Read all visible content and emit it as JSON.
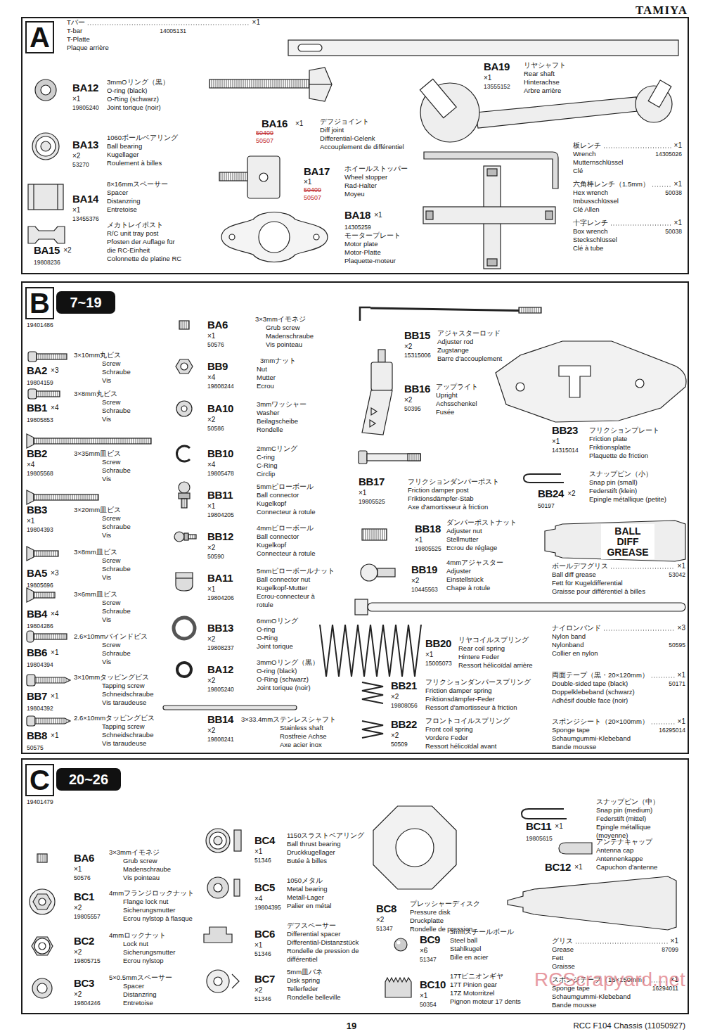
{
  "diagram": {
    "nodes": [
      {
        "text": [
          "Tバー",
          "×1",
          "T-bar",
          "14005131",
          "T-Platte",
          "Plaque arrière",
          "BA12",
          "×1",
          "19805240",
          "3mmOリング（黒）",
          "O-ring (black)",
          "O-Ring (schwarz)",
          "Joint torique (noir)",
          "BA13",
          "×2",
          "53270",
          "1060ボールベアリング",
          "Ball bearing",
          "Kugellager",
          "Roulement à billes",
          "BA14",
          "×1",
          "13455376",
          "8×16mmスペーサー",
          "Spacer",
          "Distanzring",
          "Entretoise",
          "BA15",
          "×2",
          "19808236",
          "メカトレイポスト",
          "R/C unit tray post",
          "Pfosten der Auflage für die RC-Einheit",
          "Colonnette de platine RC",
          "BA16",
          "×1",
          "50409",
          "50507",
          "デフジョイント",
          "Diff joint",
          "Differential-Gelenk",
          "Accouplement de différentiel",
          "BA17",
          "×1",
          "50409",
          "50507",
          "ホイールストッパー",
          "Wheel stopper",
          "Rad-Halter",
          "Moyeu",
          "BA18",
          "×1",
          "14305259",
          "モータープレート",
          "Motor plate",
          "Motor-Platte",
          "Plaquette-moteur",
          "BA19",
          "×1",
          "13555152",
          "リヤシャフト",
          "Rear shaft",
          "Hinterachse",
          "Arbre arrière",
          "板レンチ",
          "×1",
          "Wrench",
          "14305026",
          "Mutternschlüssel",
          "Clé",
          "六角棒レンチ（1.5mm）",
          "×1",
          "Hex wrench",
          "50038",
          "Imbusschlüssel",
          "Clé Allen",
          "十字レンチ",
          "×1",
          "Box wrench",
          "50038",
          "Steckschlüssel",
          "Clé à tube"
        ]
      },
      {
        "text": [
          "A"
        ],
        "in": 0
      },
      {
        "text": [
          "19401486",
          "BA2",
          "×3",
          "19804159",
          "3×10mm丸ビス",
          "Screw",
          "Schraube",
          "Vis",
          "BB1",
          "×4",
          "19805853",
          "3×8mm丸ビス",
          "Screw",
          "Schraube",
          "Vis",
          "BB2",
          "×4",
          "19805568",
          "3×35mm皿ビス",
          "Screw",
          "Schraube",
          "Vis",
          "BB3",
          "×1",
          "19804393",
          "3×20mm皿ビス",
          "Screw",
          "Schraube",
          "Vis",
          "BA5",
          "×3",
          "19805696",
          "3×8mm皿ビス",
          "Screw",
          "Schraube",
          "Vis",
          "BB4",
          "×4",
          "19804286",
          "3×6mm皿ビス",
          "Screw",
          "Schraube",
          "Vis",
          "BB6",
          "×1",
          "19804394",
          "2.6×10mmバインドビス",
          "Screw",
          "Schraube",
          "Vis",
          "BB7",
          "×1",
          "19804392",
          "3×10mmタッピングビス",
          "Tapping screw",
          "Schneidschraube",
          "Vis taraudeuse",
          "BB8",
          "×1",
          "50575",
          "2.6×10mmタッピングビス",
          "Tapping screw",
          "Schneidschraube",
          "Vis taraudeuse",
          "BA6",
          "×1",
          "50576",
          "3×3mmイモネジ",
          "Grub screw",
          "Madenschraube",
          "Vis pointeau",
          "BB9",
          "×4",
          "19808244",
          "3mmナット",
          "Nut",
          "Mutter",
          "Ecrou",
          "BA10",
          "×2",
          "50586",
          "3mmワッシャー",
          "Washer",
          "Beilagscheibe",
          "Rondelle",
          "BB10",
          "×4",
          "19805478",
          "2mmCリング",
          "C-ring",
          "C-Ring",
          "Circlip",
          "BB11",
          "×1",
          "19804205",
          "5mmピローボール",
          "Ball connector",
          "Kugelkopf",
          "Connecteur à rotule",
          "BB12",
          "×2",
          "50590",
          "4mmピローボール",
          "Ball connector",
          "Kugelkopf",
          "Connecteur à rotule",
          "BA11",
          "×1",
          "19804206",
          "5mmピローボールナット",
          "Ball connector nut",
          "Kugelkopf-Mutter",
          "Ecrou-connecteur à rotule",
          "BB13",
          "×2",
          "19808237",
          "6mmOリング",
          "O-ring",
          "O-Ring",
          "Joint torique",
          "BA12",
          "×2",
          "19805240",
          "3mmOリング（黒）",
          "O-ring (black)",
          "O-Ring (schwarz)",
          "Joint torique (noir)",
          "BB14",
          "×2",
          "19808241",
          "3×33.4mmステンレスシャフト",
          "Stainless shaft",
          "Rostfreie Achse",
          "Axe acier inox",
          "BB15",
          "×2",
          "15315006",
          "アジャスターロッド",
          "Adjuster rod",
          "Zugstange",
          "Barre d'accouplement",
          "BB16",
          "×2",
          "50395",
          "アップライト",
          "Upright",
          "Achsschenkel",
          "Fusée",
          "BB23",
          "×1",
          "14315014",
          "フリクションプレート",
          "Friction plate",
          "Friktionsplatte",
          "Plaquette de friction",
          "BB17",
          "×1",
          "19805525",
          "フリクションダンパーポスト",
          "Friction damper post",
          "Friktionsdämpfer-Stab",
          "Axe d'amortisseur à friction",
          "BB24",
          "×2",
          "50197",
          "スナップピン（小）",
          "Snap pin (small)",
          "Federstift (klein)",
          "Epingle métallique (petite)",
          "BB18",
          "×1",
          "19805525",
          "ダンパーポストナット",
          "Adjuster nut",
          "Stellmutter",
          "Ecrou de réglage",
          "BB19",
          "×2",
          "10445563",
          "4mmアジャスター",
          "Adjuster",
          "Einstellstück",
          "Chape à rotule",
          "BALL DIFF GREASE",
          "ボールデフグリス",
          "×1",
          "Ball diff grease",
          "53042",
          "Fett für Kugeldifferential",
          "Graisse pour différentiel à billes",
          "ナイロンバンド",
          "×3",
          "Nylon band",
          "50595",
          "Nylonband",
          "Collier en nylon",
          "BB20",
          "×1",
          "15005073",
          "リヤコイルスプリング",
          "Rear coil spring",
          "Hintere Feder",
          "Ressort hélicoïdal arrière",
          "両面テープ（黒・20×120mm）",
          "×1",
          "Double-sided tape (black)",
          "50171",
          "Doppelklebeband (schwarz)",
          "Adhésif double face (noir)",
          "BB21",
          "×2",
          "19808056",
          "フリクションダンパースプリング",
          "Friction damper spring",
          "Friktionsdämpfer-Feder",
          "Ressort d'amortisseur à friction",
          "BB22",
          "×2",
          "50509",
          "フロントコイルスプリング",
          "Front coil spring",
          "Vordere Feder",
          "Ressort hélicoïdal avant",
          "スポンジシート（20×100mm）",
          "×1",
          "Sponge tape",
          "16295014",
          "Schaumgummi-Klebeband",
          "Bande mousse"
        ]
      },
      {
        "text": [
          "B"
        ],
        "in": 2
      },
      {
        "text": [
          "7~19"
        ],
        "in": 2
      },
      {
        "text": [
          "19401479",
          "BA6",
          "×1",
          "50576",
          "3×3mmイモネジ",
          "Grub screw",
          "Madenschraube",
          "Vis pointeau",
          "BC1",
          "×2",
          "19805557",
          "4mmフランジロックナット",
          "Flange lock nut",
          "Sicherungsmutter",
          "Ecrou nylstop à flasque",
          "BC2",
          "×2",
          "19805715",
          "4mmロックナット",
          "Lock nut",
          "Sicherungsmutter",
          "Ecrou nylstop",
          "BC3",
          "×2",
          "19804246",
          "5×0.5mmスペーサー",
          "Spacer",
          "Distanzring",
          "Entretoise",
          "BC4",
          "×1",
          "51346",
          "1150スラストベアリング",
          "Ball thrust bearing",
          "Druckkugellager",
          "Butée à billes",
          "BC5",
          "×4",
          "19804395",
          "1050メタル",
          "Metal bearing",
          "Metall-Lager",
          "Palier en métal",
          "BC6",
          "×1",
          "51346",
          "デフスペーサー",
          "Differential spacer",
          "Differential-Distanzstück",
          "Rondelle de pression de différentiel",
          "BC7",
          "×2",
          "51346",
          "5mm皿バネ",
          "Disk spring",
          "Tellerfeder",
          "Rondelle belleville",
          "BC8",
          "×2",
          "51347",
          "プレッシャーディスク",
          "Pressure disk",
          "Druckplatte",
          "Rondelle de pression",
          "BC9",
          "×6",
          "51347",
          "3mmスチールボール",
          "Steel ball",
          "Stahlkugel",
          "Bille en acier",
          "BC10",
          "×1",
          "50354",
          "17Tピニオンギヤ",
          "17T Pinion gear",
          "17Z Motorritzel",
          "Pignon moteur 17 dents",
          "BC11",
          "×1",
          "19805615",
          "スナップピン（中）",
          "Snap pin (medium)",
          "Federstift (mittel)",
          "Epingle métallique (moyenne)",
          "BC12",
          "×1",
          "アンテナキャップ",
          "Antenna cap",
          "Antennenkappe",
          "Capuchon d'antenne",
          "グリス",
          "×1",
          "Grease",
          "87099",
          "Fett",
          "Graisse",
          "スポンジテープ（15×150mm）",
          "×1",
          "Sponge tape",
          "16294011",
          "Schaumgummi-Klebeband",
          "Bande mousse"
        ]
      },
      {
        "text": [
          "C"
        ],
        "in": 5
      },
      {
        "text": [
          "20~26"
        ],
        "in": 5
      }
    ],
    "labels": [
      "TAMIYA",
      "19",
      "RCC F104 Chassis (11050927)",
      "RCScrapyard.net"
    ]
  }
}
